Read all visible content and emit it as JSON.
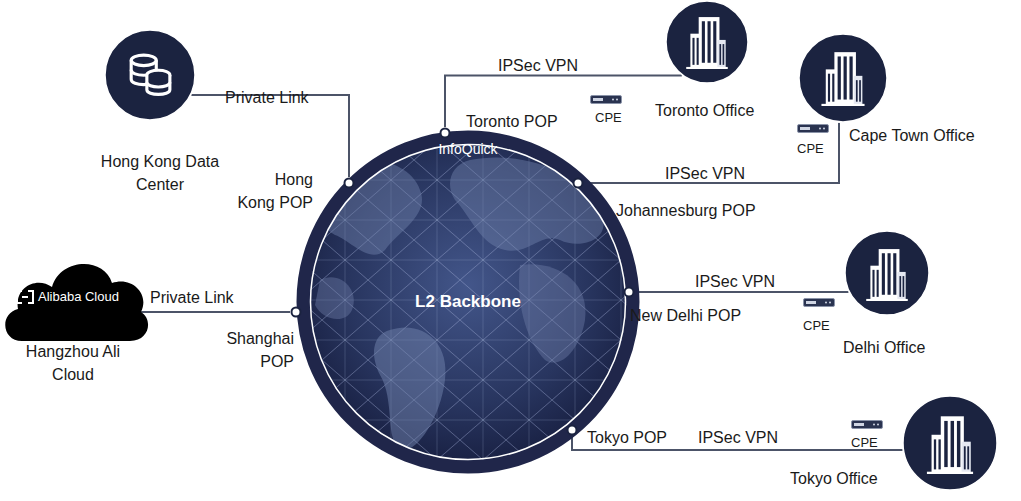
{
  "diagram": {
    "nodes": [
      {
        "text": [
          "Hong Kong Data Center"
        ]
      },
      {
        "text": [
          "Alibaba Cloud",
          "Hangzhou Ali Cloud"
        ]
      },
      {
        "text": [
          "InfoQuick",
          "L2 Backbone"
        ]
      },
      {
        "text": [
          "Toronto POP"
        ]
      },
      {
        "text": [
          "Hong Kong POP"
        ]
      },
      {
        "text": [
          "Johannesburg POP"
        ]
      },
      {
        "text": [
          "Shanghai POP"
        ]
      },
      {
        "text": [
          "New Delhi POP"
        ]
      },
      {
        "text": [
          "Tokyo POP"
        ]
      },
      {
        "text": [
          "Toronto Office"
        ]
      },
      {
        "text": [
          "Cape Town Office"
        ]
      },
      {
        "text": [
          "Delhi Office"
        ]
      },
      {
        "text": [
          "Tokyo Office"
        ]
      }
    ],
    "edges": [
      {
        "from": 0,
        "to": 4,
        "label": "Private Link",
        "arrow": "none"
      },
      {
        "from": 1,
        "to": 6,
        "label": "Private Link",
        "arrow": "none"
      },
      {
        "from": 3,
        "to": 9,
        "label": "IPSec VPN",
        "arrow": "none"
      },
      {
        "from": 5,
        "to": 10,
        "label": "IPSec VPN",
        "arrow": "none"
      },
      {
        "from": 7,
        "to": 11,
        "label": "IPSec VPN",
        "arrow": "none"
      },
      {
        "from": 8,
        "to": 12,
        "label": "IPSec VPN",
        "arrow": "none"
      }
    ],
    "labels": [
      "CPE",
      "CPE",
      "CPE",
      "CPE"
    ]
  }
}
